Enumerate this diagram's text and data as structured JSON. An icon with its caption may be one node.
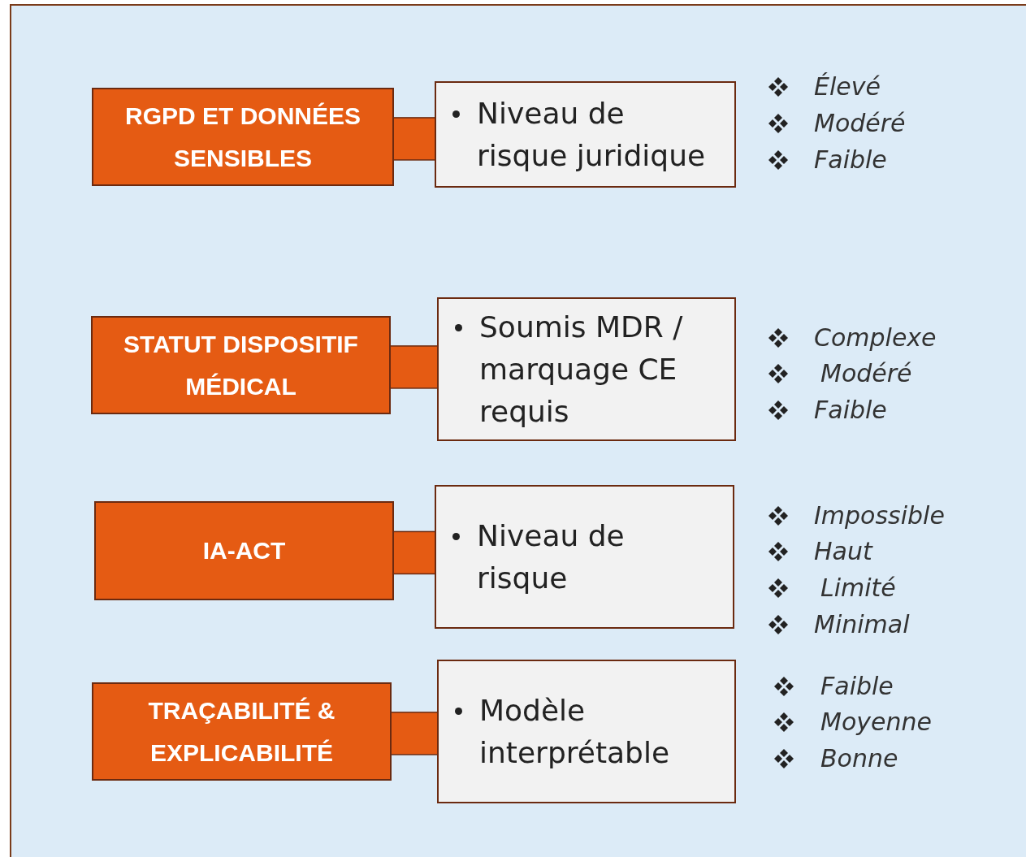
{
  "diagram": {
    "nodes": [
      {
        "text": [
          "RGPD ET DONNÉES SENSIBLES"
        ]
      },
      {
        "text": [
          "STATUT DISPOSITIF MÉDICAL"
        ]
      },
      {
        "text": [
          "IA-ACT"
        ]
      },
      {
        "text": [
          "TRAÇABILITÉ & EXPLICABILITÉ"
        ]
      },
      {
        "text": [
          "Niveau de risque juridique"
        ]
      },
      {
        "text": [
          "Soumis MDR / marquage CE requis"
        ]
      },
      {
        "text": [
          "Niveau de risque"
        ]
      },
      {
        "text": [
          "Modèle interprétable"
        ]
      }
    ],
    "edges": [
      {
        "from": 0,
        "to": 4,
        "arrow": "none",
        "style": "thick"
      },
      {
        "from": 1,
        "to": 5,
        "arrow": "none",
        "style": "thick"
      },
      {
        "from": 2,
        "to": 6,
        "arrow": "none",
        "style": "thick"
      },
      {
        "from": 3,
        "to": 7,
        "arrow": "none",
        "style": "thick"
      }
    ],
    "labels": [
      "Élevé",
      "Modéré",
      "Faible",
      "Complexe",
      "Modéré",
      "Faible",
      "Impossible",
      "Haut",
      "Limité",
      "Minimal",
      "Faible",
      "Moyenne",
      "Bonne"
    ]
  }
}
